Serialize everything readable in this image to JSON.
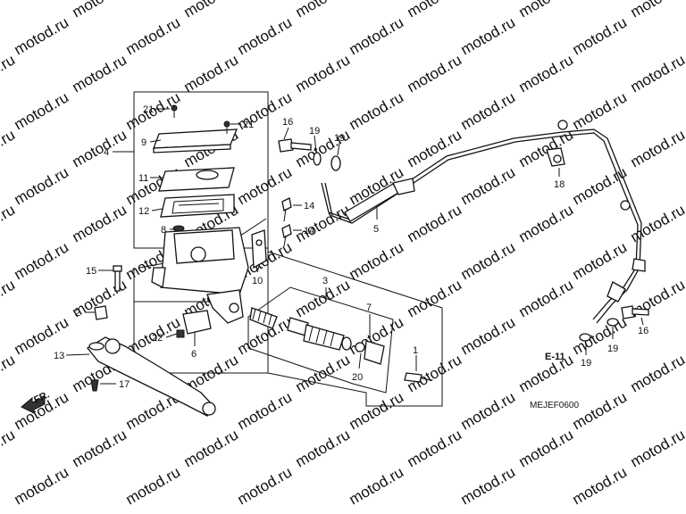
{
  "watermark": {
    "text": "motod.ru"
  },
  "diagram_code": "MEJEF0600",
  "reference": "E-11",
  "front_marker": "FR.",
  "callouts": {
    "c1": "1",
    "c2": "2",
    "c3": "3",
    "c4": "4",
    "c5": "5",
    "c6": "6",
    "c7": "7",
    "c8": "8",
    "c9": "9",
    "c10": "10",
    "c11": "11",
    "c12": "12",
    "c13": "13",
    "c14a": "14",
    "c14b": "14",
    "c15": "15",
    "c16a": "16",
    "c16b": "16",
    "c17": "17",
    "c18": "18",
    "c19a": "19",
    "c19b": "19",
    "c19c": "19",
    "c19d": "19",
    "c20": "20",
    "c21a": "21",
    "c21b": "21",
    "c22": "22"
  }
}
